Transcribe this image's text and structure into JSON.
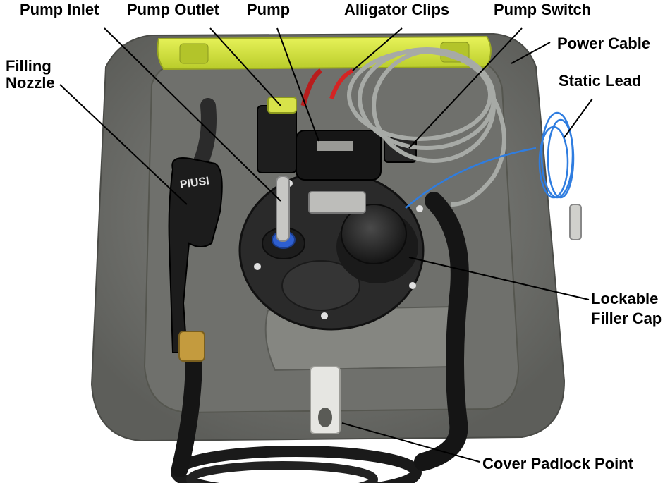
{
  "figure": {
    "labels": {
      "pump_inlet": "Pump Inlet",
      "pump_outlet": "Pump Outlet",
      "pump": "Pump",
      "alligator_clips": "Alligator Clips",
      "pump_switch": "Pump Switch",
      "power_cable": "Power Cable",
      "static_lead": "Static Lead",
      "filling_nozzle_line1": "Filling",
      "filling_nozzle_line2": "Nozzle",
      "lockable_filler_cap_line1": "Lockable",
      "lockable_filler_cap_line2": "Filler Cap",
      "cover_padlock_point": "Cover Padlock Point"
    },
    "nozzle_brand": "PIUSI",
    "colors": {
      "tank_body": "#7b7c79",
      "tank_inner": "#6e6f6b",
      "lid_accent": "#d4e639",
      "hose": "#1a1a1a",
      "static_lead": "#2f7de0",
      "brass_fitting": "#c49b3e",
      "blue_fitting": "#2e5fd0"
    }
  }
}
